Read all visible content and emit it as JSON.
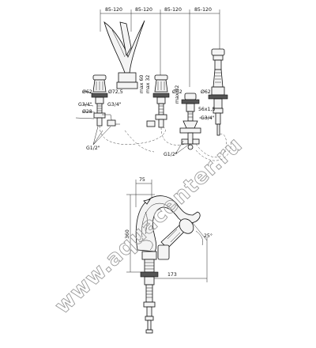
{
  "top_view": {
    "spacing_dims": [
      "85-120",
      "85-120",
      "85-120",
      "85-120"
    ],
    "labels": {
      "d62_1": "Ø62",
      "d72_5": "Ø72,5",
      "max60": "max 60",
      "max32a": "max 32",
      "d62_2": "Ø62",
      "max32b": "max 32",
      "d62_3": "Ø62",
      "hose": "56x1,5",
      "g34_left1": "G3/4\"",
      "g34_left2": "G3/4\"",
      "d28": "Ø28",
      "g34_right": "G3/4\"",
      "g12_left": "G1/2\"",
      "g12_mid": "G1/2\""
    }
  },
  "side_view": {
    "dim_top": "75",
    "dim_height": "360",
    "dim_reach": "173",
    "angle": "25°"
  },
  "watermark": "www.aquacenter.ru"
}
